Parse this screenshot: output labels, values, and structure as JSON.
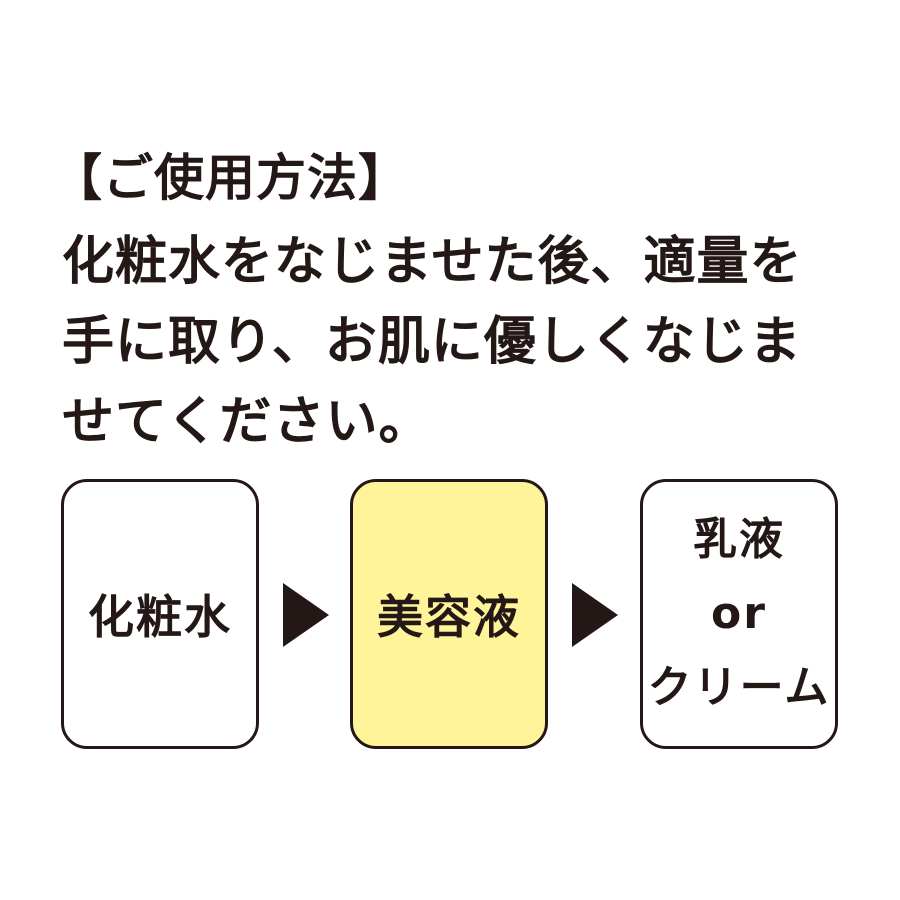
{
  "heading": "【ご使用方法】",
  "instructions": {
    "lines": [
      "化粧水をなじませた後、適量を",
      "手に取り、お肌に優しくなじま",
      "せてください。"
    ]
  },
  "steps": [
    {
      "label": "化粧水"
    },
    {
      "label": "美容液"
    },
    {
      "lines": [
        "乳液",
        "or",
        "クリーム"
      ]
    }
  ],
  "colors": {
    "text": "#231815",
    "highlight_box": "#fff49a"
  }
}
